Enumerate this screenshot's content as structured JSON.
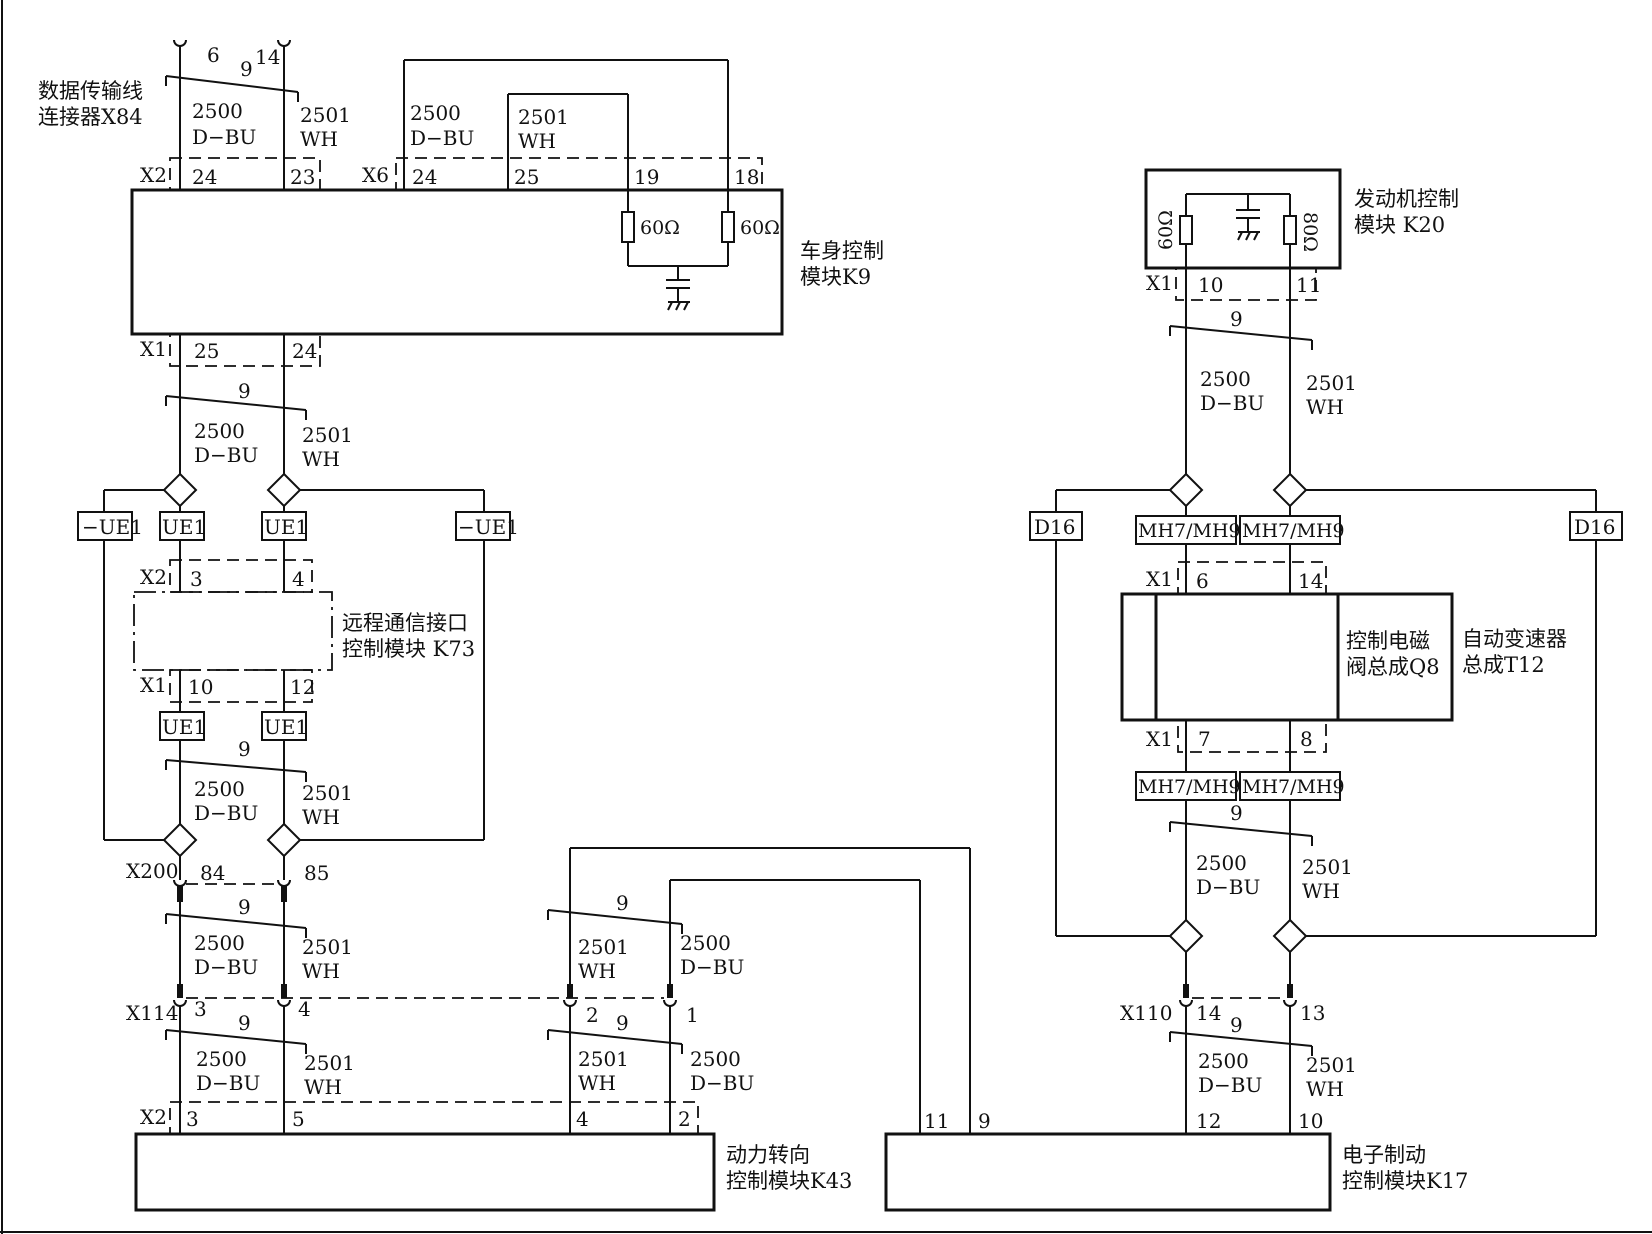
{
  "diagram": {
    "modules": {
      "x84": "数据传输线\n连接器X84",
      "k9": "车身控制\n模块K9",
      "k73": "远程通信接口\n控制模块 K73",
      "k20": "发动机控制\n模块 K20",
      "q8": "控制电磁\n阀总成Q8",
      "t12": "自动变速器\n总成T12",
      "k43": "动力转向\n控制模块K43",
      "k17": "电子制动\n控制模块K17"
    },
    "wires": {
      "bu_num": "2500",
      "bu_col": "D−BU",
      "wh_num": "2501",
      "wh_col": "WH",
      "twist": "9"
    },
    "connectors": {
      "x2": "X2",
      "x6": "X6",
      "x1": "X1",
      "x200": "X200",
      "x114": "X114",
      "x110": "X110"
    },
    "pins": {
      "x84_6": "6",
      "x84_14": "14",
      "x2_24": "24",
      "x2_23": "23",
      "x6_24": "24",
      "x6_25": "25",
      "x6_19": "19",
      "x6_18": "18",
      "x1_25": "25",
      "x1_24": "24",
      "k73_3": "3",
      "k73_4": "4",
      "k73_10": "10",
      "k73_12": "12",
      "x200_84": "84",
      "x200_85": "85",
      "x114_3": "3",
      "x114_4": "4",
      "x114_2": "2",
      "x114_1": "1",
      "k43_3": "3",
      "k43_5": "5",
      "k43_4": "4",
      "k43_2": "2",
      "k17_11": "11",
      "k17_9": "9",
      "k17_12": "12",
      "k17_10": "10",
      "k20_10": "10",
      "k20_11": "11",
      "t12_6": "6",
      "t12_14": "14",
      "t12_7": "7",
      "t12_8": "8",
      "x110_14": "14",
      "x110_13": "13"
    },
    "resistors": {
      "r60": "60Ω",
      "r80": "80Ω"
    },
    "options": {
      "ue1": "UE1",
      "no_ue1": "−UE1",
      "d16": "D16",
      "mh": "MH7/MH9"
    }
  }
}
